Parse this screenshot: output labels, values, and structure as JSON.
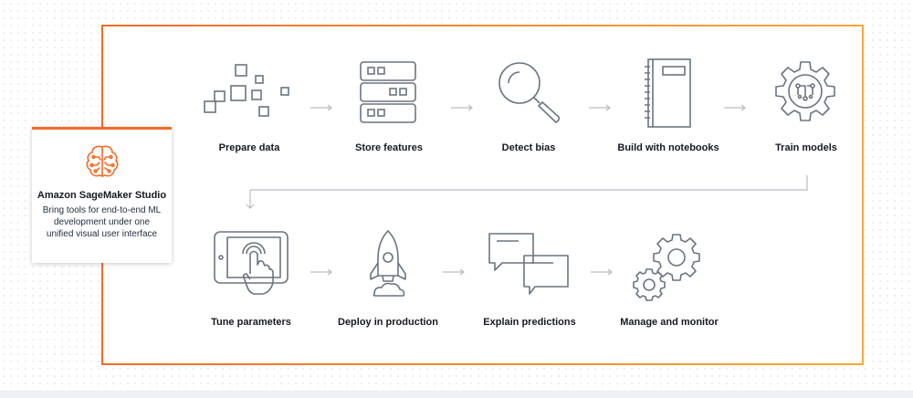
{
  "studio": {
    "title": "Amazon SageMaker Studio",
    "description": "Bring tools for end-to-end ML development under one unified visual user interface",
    "icon": "brain-circuit-icon",
    "accent_color": "#f26b2a"
  },
  "steps_row1": [
    {
      "label": "Prepare data",
      "icon": "scattered-squares-icon"
    },
    {
      "label": "Store features",
      "icon": "server-stack-icon"
    },
    {
      "label": "Detect bias",
      "icon": "magnifier-icon"
    },
    {
      "label": "Build with notebooks",
      "icon": "notebook-icon"
    },
    {
      "label": "Train models",
      "icon": "gear-circuit-icon"
    }
  ],
  "steps_row2": [
    {
      "label": "Tune parameters",
      "icon": "tablet-touch-icon"
    },
    {
      "label": "Deploy in production",
      "icon": "rocket-icon"
    },
    {
      "label": "Explain predictions",
      "icon": "speech-bubbles-icon"
    },
    {
      "label": "Manage and monitor",
      "icon": "gears-icon"
    }
  ],
  "colors": {
    "frame_gradient": [
      "#f26b2a",
      "#f7a83a"
    ],
    "icon_stroke": "#6b7480",
    "arrow": "#b6bcc3"
  }
}
